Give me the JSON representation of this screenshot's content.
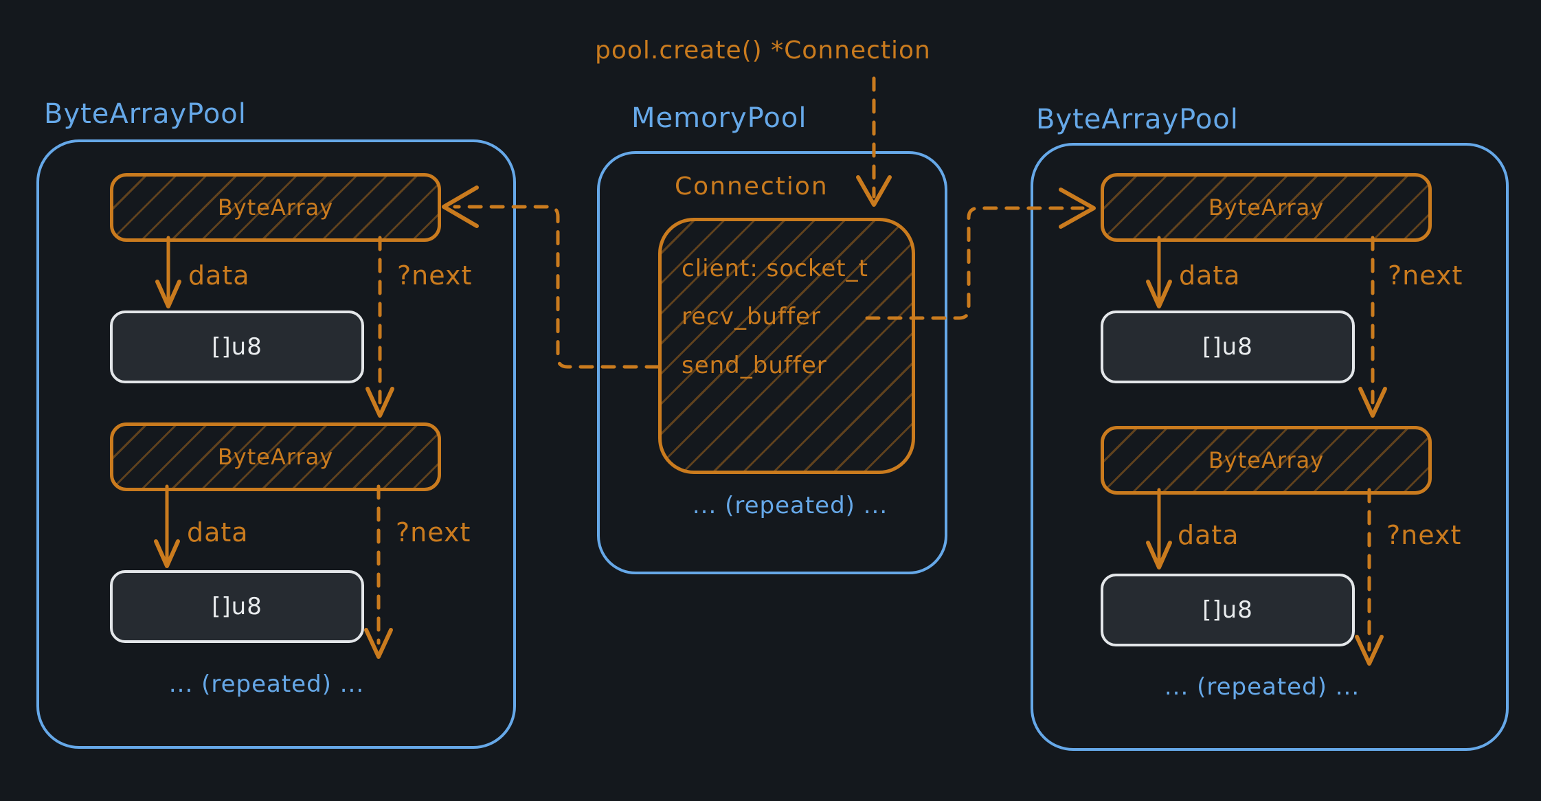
{
  "colors": {
    "background": "#14181d",
    "pool_blue": "#66a8e8",
    "orange": "#ca7b1e",
    "buffer_fill": "#262b31",
    "buffer_border": "#e3e6e9",
    "buffer_text": "#e9ecee"
  },
  "annotation": {
    "pool_create": "pool.create() *Connection"
  },
  "left_pool": {
    "title": "ByteArrayPool",
    "rows": [
      {
        "node": "ByteArray",
        "data_label": "data",
        "next_label": "?next",
        "buffer": "[]u8"
      },
      {
        "node": "ByteArray",
        "data_label": "data",
        "next_label": "?next",
        "buffer": "[]u8"
      }
    ],
    "repeated": "... (repeated) ..."
  },
  "memory_pool": {
    "title": "MemoryPool",
    "connection": {
      "title": "Connection",
      "fields": [
        "client: socket_t",
        "recv_buffer",
        "send_buffer"
      ]
    },
    "repeated": "... (repeated) ..."
  },
  "right_pool": {
    "title": "ByteArrayPool",
    "rows": [
      {
        "node": "ByteArray",
        "data_label": "data",
        "next_label": "?next",
        "buffer": "[]u8"
      },
      {
        "node": "ByteArray",
        "data_label": "data",
        "next_label": "?next",
        "buffer": "[]u8"
      }
    ],
    "repeated": "... (repeated) ..."
  }
}
